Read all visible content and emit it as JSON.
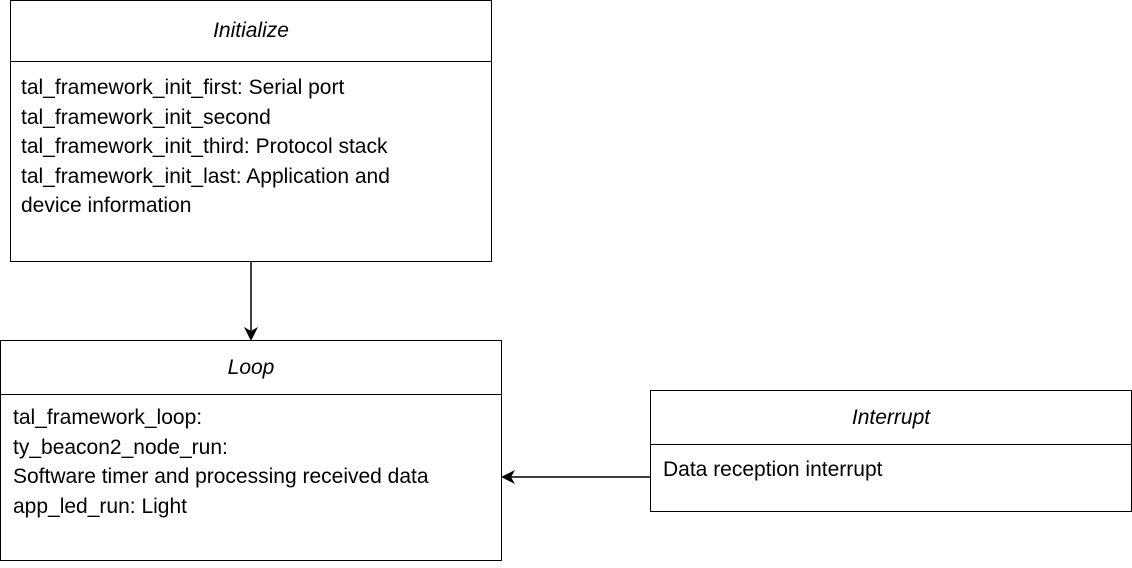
{
  "initialize": {
    "title": "Initialize",
    "lines": [
      "tal_framework_init_first: Serial port",
      "tal_framework_init_second",
      "tal_framework_init_third: Protocol stack",
      "tal_framework_init_last: Application and",
      "device information"
    ]
  },
  "loop": {
    "title": "Loop",
    "lines": [
      "tal_framework_loop:",
      "ty_beacon2_node_run:",
      "Software timer and processing received data",
      "app_led_run: Light"
    ]
  },
  "interrupt": {
    "title": "Interrupt",
    "lines": [
      "Data reception interrupt"
    ]
  },
  "edges": [
    {
      "from": "initialize",
      "to": "loop"
    },
    {
      "from": "interrupt",
      "to": "loop"
    }
  ],
  "colors": {
    "stroke": "#000000",
    "fill": "#ffffff",
    "text": "#000000"
  }
}
